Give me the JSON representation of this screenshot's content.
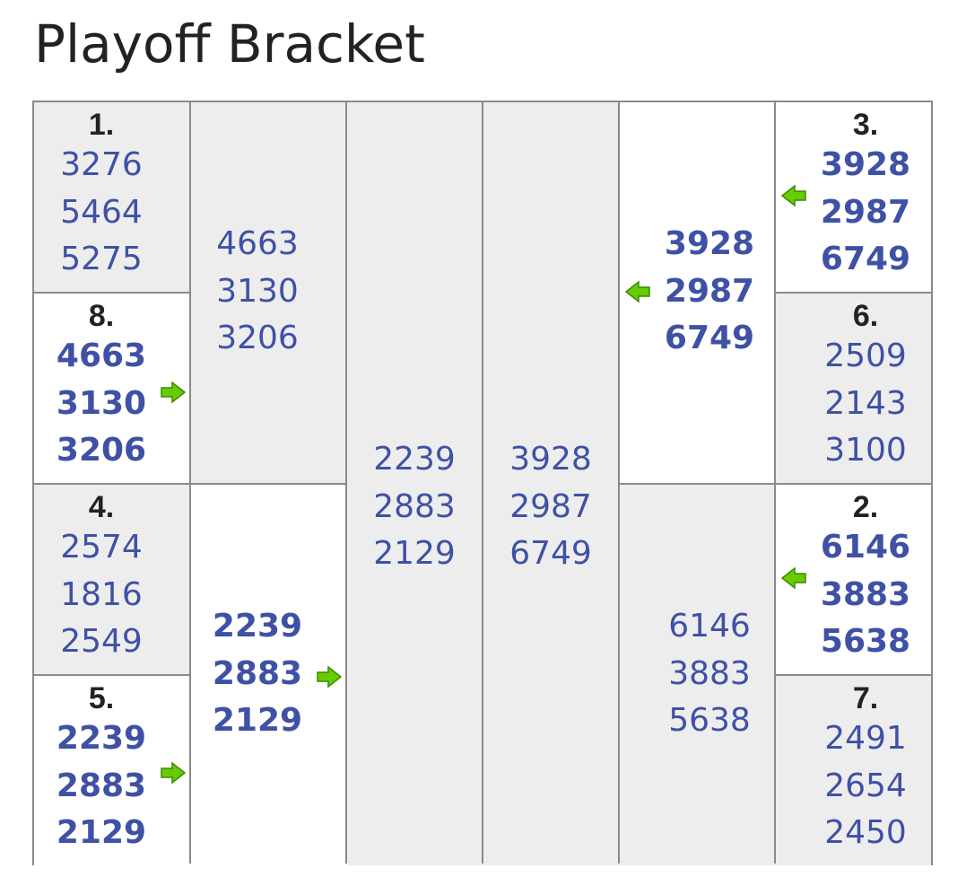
{
  "page": {
    "title": "Playoff Bracket"
  },
  "colors": {
    "shaded": "#ededed",
    "white": "#ffffff",
    "numbers": "#3f51a5",
    "arrow": "#66cc00"
  },
  "first_round": [
    {
      "seed": "1.",
      "numbers": [
        "3276",
        "5464",
        "5275"
      ],
      "winner": false
    },
    {
      "seed": "8.",
      "numbers": [
        "4663",
        "3130",
        "3206"
      ],
      "winner": true
    },
    {
      "seed": "4.",
      "numbers": [
        "2574",
        "1816",
        "2549"
      ],
      "winner": false
    },
    {
      "seed": "5.",
      "numbers": [
        "2239",
        "2883",
        "2129"
      ],
      "winner": true
    },
    {
      "seed": "3.",
      "numbers": [
        "3928",
        "2987",
        "6749"
      ],
      "winner": true
    },
    {
      "seed": "6.",
      "numbers": [
        "2509",
        "2143",
        "3100"
      ],
      "winner": false
    },
    {
      "seed": "2.",
      "numbers": [
        "6146",
        "3883",
        "5638"
      ],
      "winner": true
    },
    {
      "seed": "7.",
      "numbers": [
        "2491",
        "2654",
        "2450"
      ],
      "winner": false
    }
  ],
  "second_round": [
    {
      "numbers": [
        "4663",
        "3130",
        "3206"
      ],
      "winner": false
    },
    {
      "numbers": [
        "2239",
        "2883",
        "2129"
      ],
      "winner": true
    },
    {
      "numbers": [
        "3928",
        "2987",
        "6749"
      ],
      "winner": true
    },
    {
      "numbers": [
        "6146",
        "3883",
        "5638"
      ],
      "winner": false
    }
  ],
  "finals": [
    {
      "numbers": [
        "2239",
        "2883",
        "2129"
      ]
    },
    {
      "numbers": [
        "3928",
        "2987",
        "6749"
      ]
    }
  ]
}
